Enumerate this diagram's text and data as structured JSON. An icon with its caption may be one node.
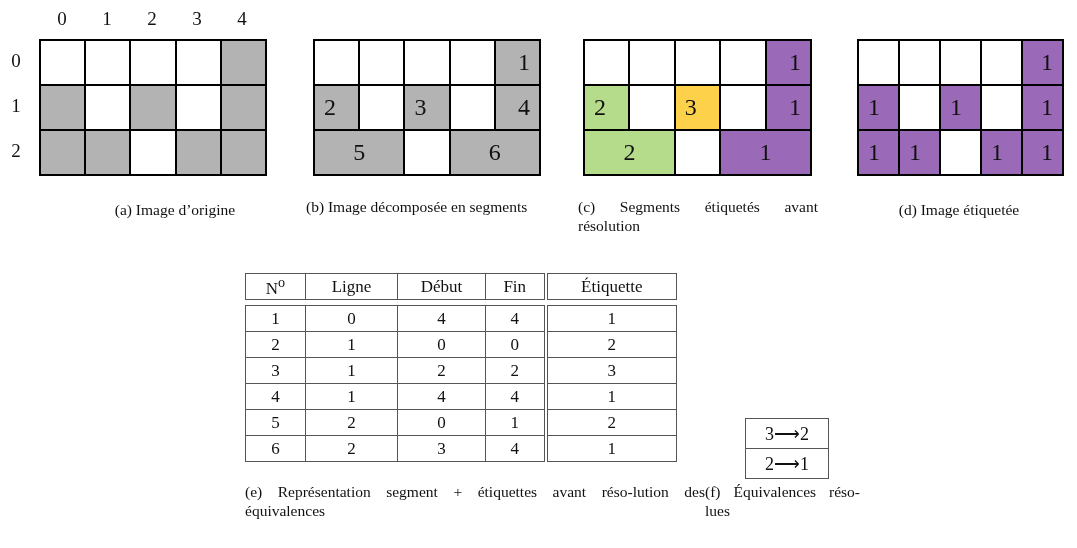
{
  "diagram": {
    "labels": [
      "0",
      "1",
      "2",
      "3",
      "4",
      "0",
      "1",
      "2",
      "1",
      "2",
      "3",
      "4",
      "5",
      "6",
      "1",
      "2",
      "3",
      "1",
      "2",
      "1",
      "1",
      "1",
      "1",
      "1",
      "1",
      "1",
      "1",
      "1",
      "(a) Image d’origine",
      "(b) Image décomposée en segments",
      "(c) Segments étiquetés avant résolution",
      "(d) Image étiquetée",
      "N$^{o}$",
      "Ligne",
      "Début",
      "Fin",
      "Étiquette",
      "1",
      "0",
      "4",
      "4",
      "1",
      "2",
      "1",
      "0",
      "0",
      "2",
      "3",
      "1",
      "2",
      "2",
      "3",
      "4",
      "1",
      "4",
      "4",
      "1",
      "5",
      "2",
      "0",
      "1",
      "2",
      "6",
      "2",
      "3",
      "4",
      "1",
      "3⟶2",
      "2⟶1",
      "(e) Représentation segment + étiquettes avant réso-lution des équivalences",
      "(f) Équivalences réso-lues"
    ]
  }
}
